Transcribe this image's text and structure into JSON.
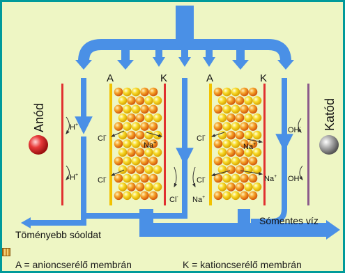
{
  "membrane_labels": {
    "a1": "A",
    "k1": "K",
    "a2": "A",
    "k2": "K"
  },
  "electrodes": {
    "anode": "Anód",
    "cathode": "Katód"
  },
  "ions": {
    "h_plus": "H",
    "plus": "+",
    "minus": "-",
    "cl_minus": "Cl",
    "na_plus": "Na",
    "oh_minus": "OH"
  },
  "outputs": {
    "concentrate": "Töményebb sóoldat",
    "desalted": "Sómentes víz"
  },
  "legend": {
    "anion": "A = anioncserélő membrán",
    "cation": "K = kationcserélő membrán"
  },
  "colors": {
    "water_flow": "#4a90e6",
    "anion_membrane": "#f2c200",
    "cation_membrane": "#e03030",
    "cathode_plate": "#8b5a8b",
    "anode_ball": "#e23b3b",
    "cathode_ball": "#8a8a8a",
    "resin_orange": "#f08a1a",
    "resin_yellow": "#f7d21e",
    "background": "#eef6c4",
    "frame": "#009a9a"
  }
}
